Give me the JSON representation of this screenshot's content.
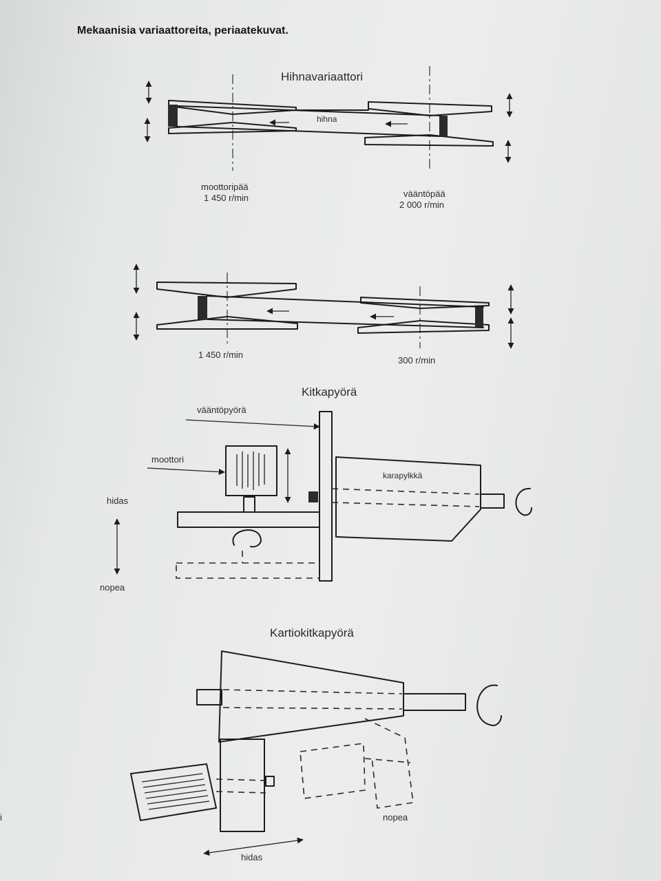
{
  "heading": "Mekaanisia variaattoreita, periaatekuvat.",
  "belt_variator": {
    "title": "Hihnavariaattori",
    "belt_label": "hihna",
    "drive_label_line1": "moottoripää",
    "drive_label_line2": "1 450 r/min",
    "output_label_line1": "vääntöpää",
    "output_label_line2": "2 000 r/min",
    "lower_drive_speed": "1 450 r/min",
    "lower_output_speed": "300 r/min"
  },
  "friction_wheel": {
    "title": "Kitkapyörä",
    "torque_wheel_label": "vääntöpyörä",
    "motor_label": "moottori",
    "cup_label": "karapylkkä",
    "slow_label": "hidas",
    "fast_label": "nopea"
  },
  "cone_friction_wheel": {
    "title": "Kartiokitkapyörä",
    "fast_label": "nopea",
    "slow_label": "hidas"
  },
  "margin_mark": "i"
}
